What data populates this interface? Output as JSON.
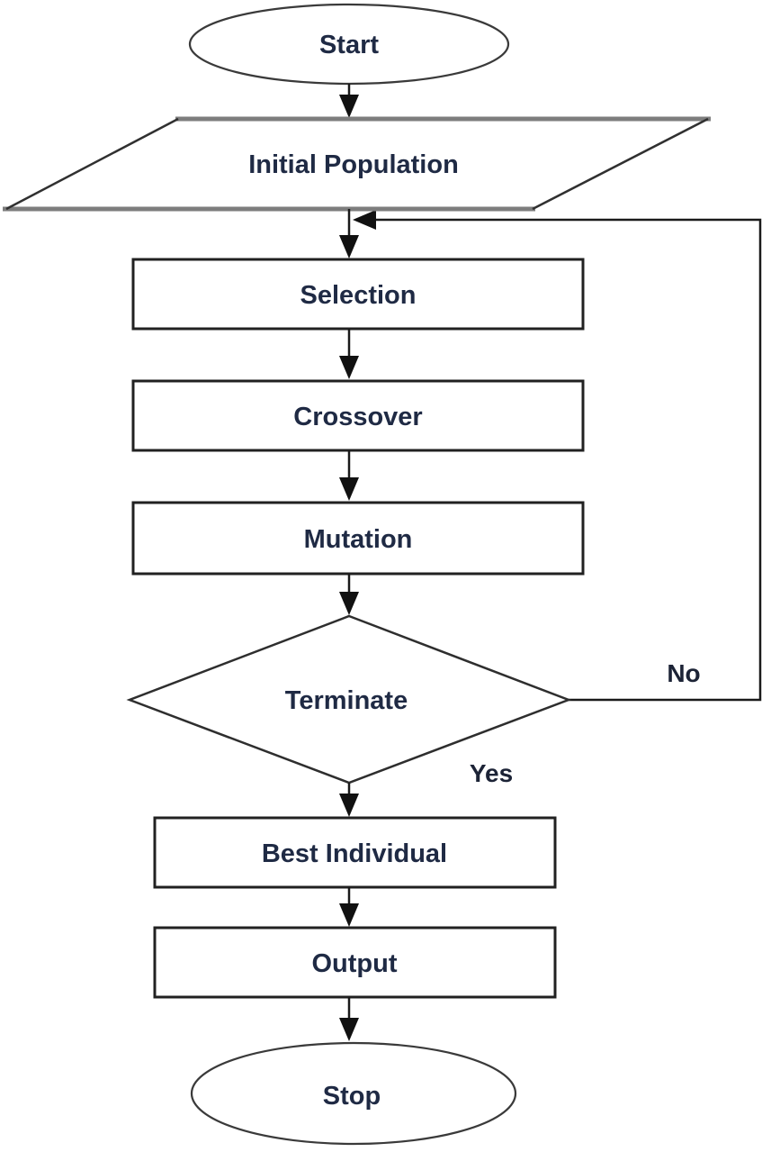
{
  "diagram": {
    "kind": "flowchart",
    "background": "#ffffff",
    "nodes": {
      "start": {
        "type": "terminator",
        "label": "Start"
      },
      "initial_population": {
        "type": "io_parallelogram",
        "label": "Initial Population"
      },
      "selection": {
        "type": "process",
        "label": "Selection"
      },
      "crossover": {
        "type": "process",
        "label": "Crossover"
      },
      "mutation": {
        "type": "process",
        "label": "Mutation"
      },
      "terminate": {
        "type": "decision",
        "label": "Terminate"
      },
      "best_individual": {
        "type": "process",
        "label": "Best Individual"
      },
      "output": {
        "type": "process",
        "label": "Output"
      },
      "stop": {
        "type": "terminator",
        "label": "Stop"
      }
    },
    "edge_labels": {
      "no": "No",
      "yes": "Yes"
    },
    "edges": [
      {
        "from": "start",
        "to": "initial_population",
        "label": ""
      },
      {
        "from": "initial_population",
        "to": "selection",
        "label": ""
      },
      {
        "from": "selection",
        "to": "crossover",
        "label": ""
      },
      {
        "from": "crossover",
        "to": "mutation",
        "label": ""
      },
      {
        "from": "mutation",
        "to": "terminate",
        "label": ""
      },
      {
        "from": "terminate",
        "to": "selection",
        "label": "No",
        "route": "right-side loop back above Selection"
      },
      {
        "from": "terminate",
        "to": "best_individual",
        "label": "Yes"
      },
      {
        "from": "best_individual",
        "to": "output",
        "label": ""
      },
      {
        "from": "output",
        "to": "stop",
        "label": ""
      }
    ],
    "colors": {
      "background": "#ffffff",
      "shape_fill": "#ffffff",
      "shape_stroke": "#212121",
      "parallelogram_horizontal_edge": "#7d7d7d",
      "arrow": "#1a1a1a",
      "text": "#1f2a44"
    }
  }
}
